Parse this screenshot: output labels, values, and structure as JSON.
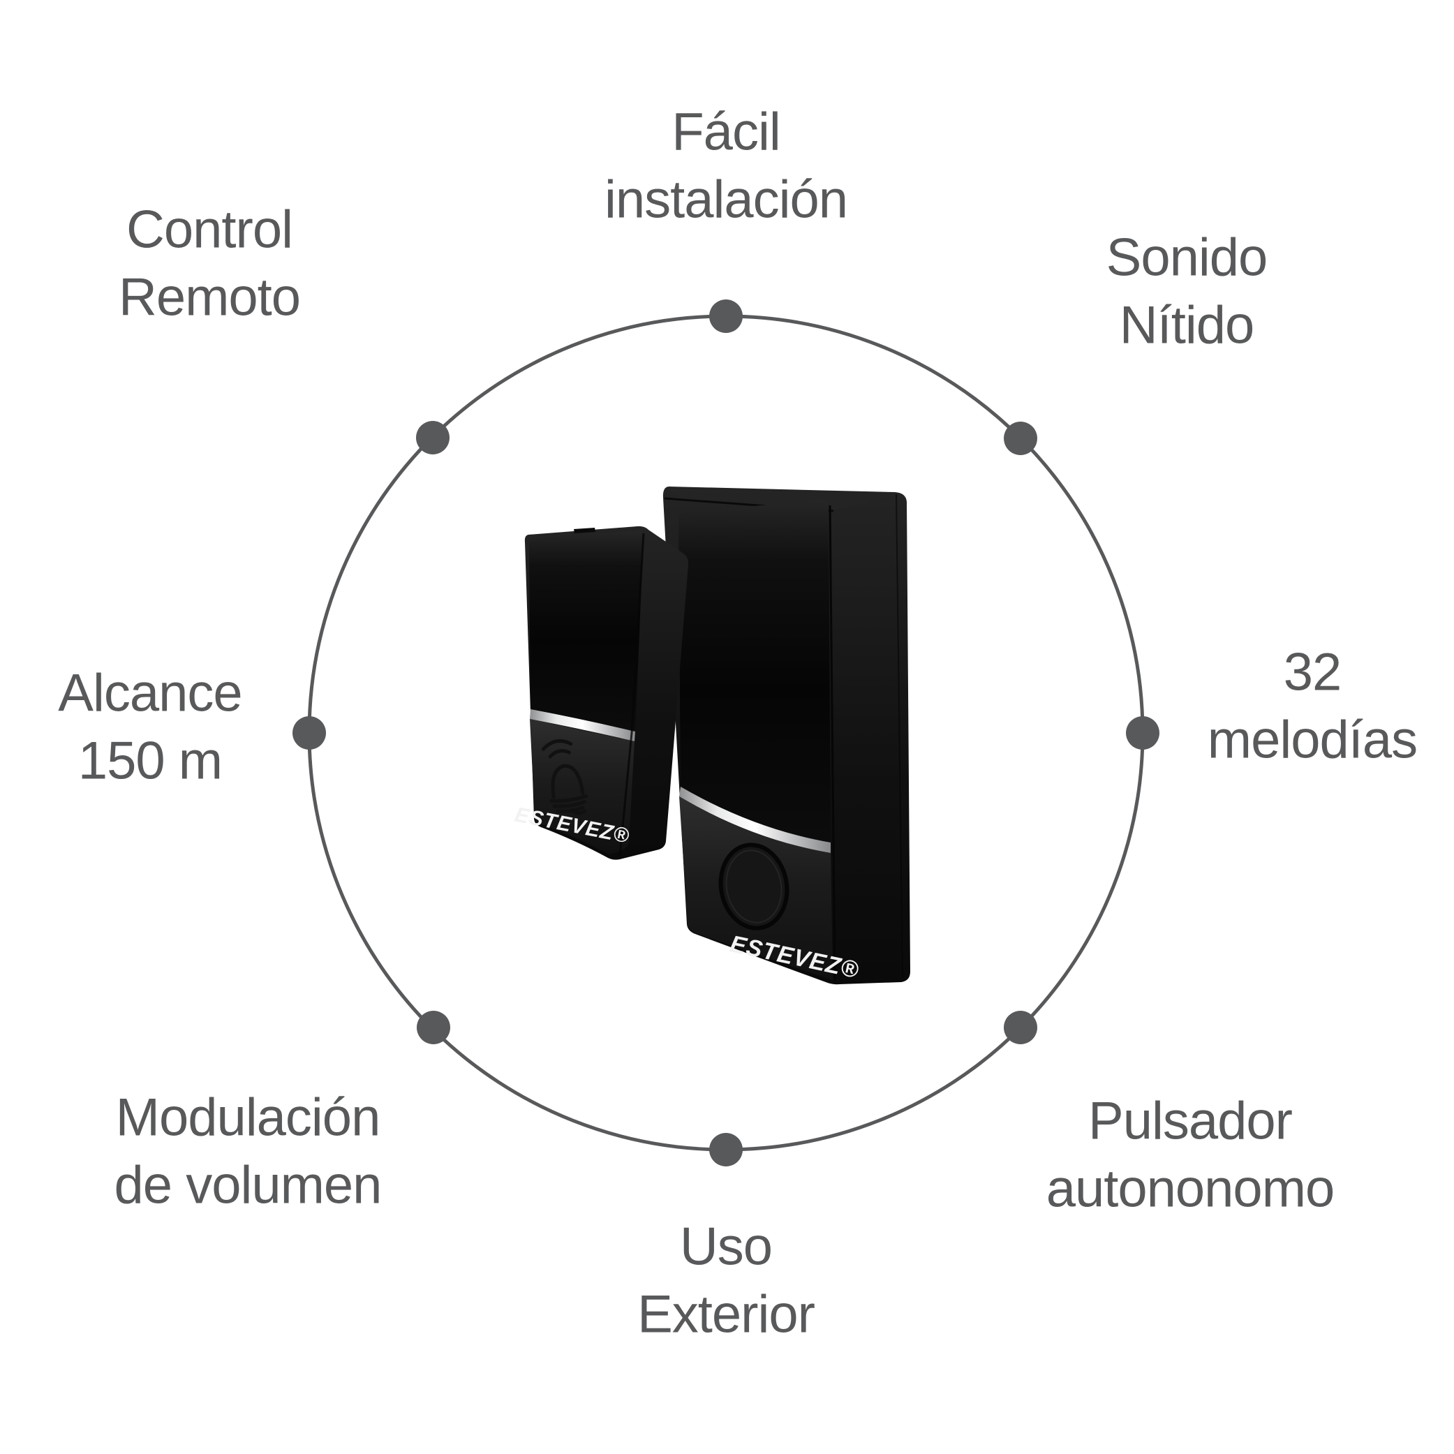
{
  "features": [
    {
      "id": "facil-instalacion",
      "line1": "Fácil",
      "line2": "instalación"
    },
    {
      "id": "control-remoto",
      "line1": "Control",
      "line2": "Remoto"
    },
    {
      "id": "sonido-nitido",
      "line1": "Sonido",
      "line2": "Nítido"
    },
    {
      "id": "alcance-150m",
      "line1": "Alcance",
      "line2": "150 m"
    },
    {
      "id": "32-melodias",
      "line1": "32",
      "line2": "melodías"
    },
    {
      "id": "modulacion-volumen",
      "line1": "Modulación",
      "line2": "de volumen"
    },
    {
      "id": "pulsador-autonomo",
      "line1": "Pulsador",
      "line2": "autononomo"
    },
    {
      "id": "uso-exterior",
      "line1": "Uso",
      "line2": "Exterior"
    }
  ],
  "product": {
    "transmitter_brand": "ESTEVEZ®",
    "receiver_brand": "ESTEVEZ®",
    "transmitter_icon": "bell-wireless-icon"
  },
  "colors": {
    "text": "#58595b",
    "circle": "#58595b",
    "dots": "#58595b",
    "silver_stripe": "#c9cacb",
    "product_black": "#0d0d0d",
    "background": "#ffffff"
  }
}
